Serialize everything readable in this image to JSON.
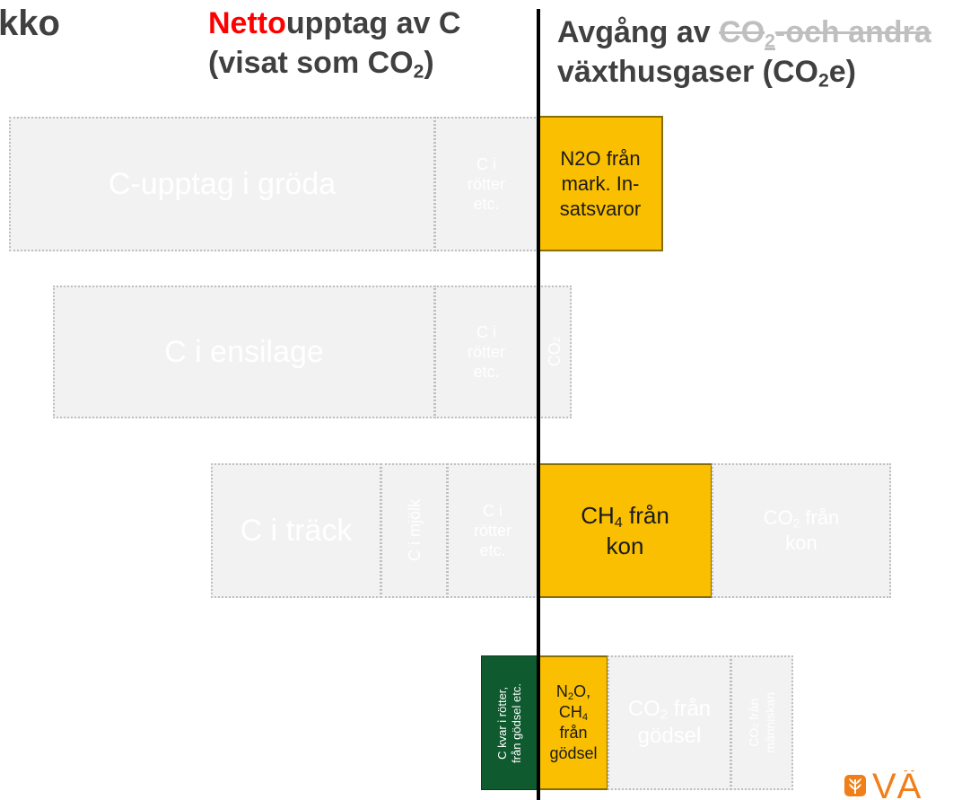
{
  "title_fragment": "kko",
  "headers": {
    "net_emph": "Netto",
    "net_rest": "upptag av C",
    "net_line2_a": "(visat som CO",
    "net_line2_sub": "2",
    "net_line2_b": ")",
    "emit_a": "Avgång av ",
    "emit_strike_a": "CO",
    "emit_strike_sub": "2",
    "emit_strike_b": "-och andra",
    "emit_line2_a": "växthusgaser (CO",
    "emit_line2_sub": "2",
    "emit_line2_b": "e)"
  },
  "rows": {
    "row1": {
      "crop": "C-upptag i gröda",
      "roots": [
        "C i",
        "rötter",
        "etc."
      ],
      "emission": [
        "N2O från",
        "mark. In-",
        "satsvaror"
      ]
    },
    "row2": {
      "silage": "C i ensilage",
      "roots": [
        "C i",
        "rötter",
        "etc."
      ],
      "co2_a": "CO",
      "co2_sub": "2"
    },
    "row3": {
      "feces": "C i träck",
      "milk": "C i mjölk",
      "roots": [
        "C i",
        "rötter",
        "etc."
      ],
      "ch4_a": "CH",
      "ch4_sub": "4",
      "ch4_b": " från",
      "ch4_c": "kon",
      "co2_a": "CO",
      "co2_sub": "2",
      "co2_b": " från",
      "co2_c": "kon"
    },
    "row4": {
      "green_line1": "C kvar i rötter,",
      "green_line2": "från gödsel etc.",
      "n2o_a": "N",
      "n2o_sub": "2",
      "n2o_b": "O,",
      "ch4_a": "CH",
      "ch4_sub": "4",
      "fran": "från",
      "godsel": "gödsel",
      "co2_a": "CO",
      "co2_sub": "2",
      "co2_b": " från",
      "co2_c": "gödsel",
      "human_a": "CO",
      "human_sub": "2",
      "human_b": " från",
      "human_c": "människan"
    }
  },
  "logo": {
    "text": "VÄ"
  },
  "colors": {
    "orange": "#f9bf00",
    "green": "#0f5a2f",
    "ghost": "#f2f2f2",
    "red": "#ff0000",
    "divider": "#000000"
  }
}
